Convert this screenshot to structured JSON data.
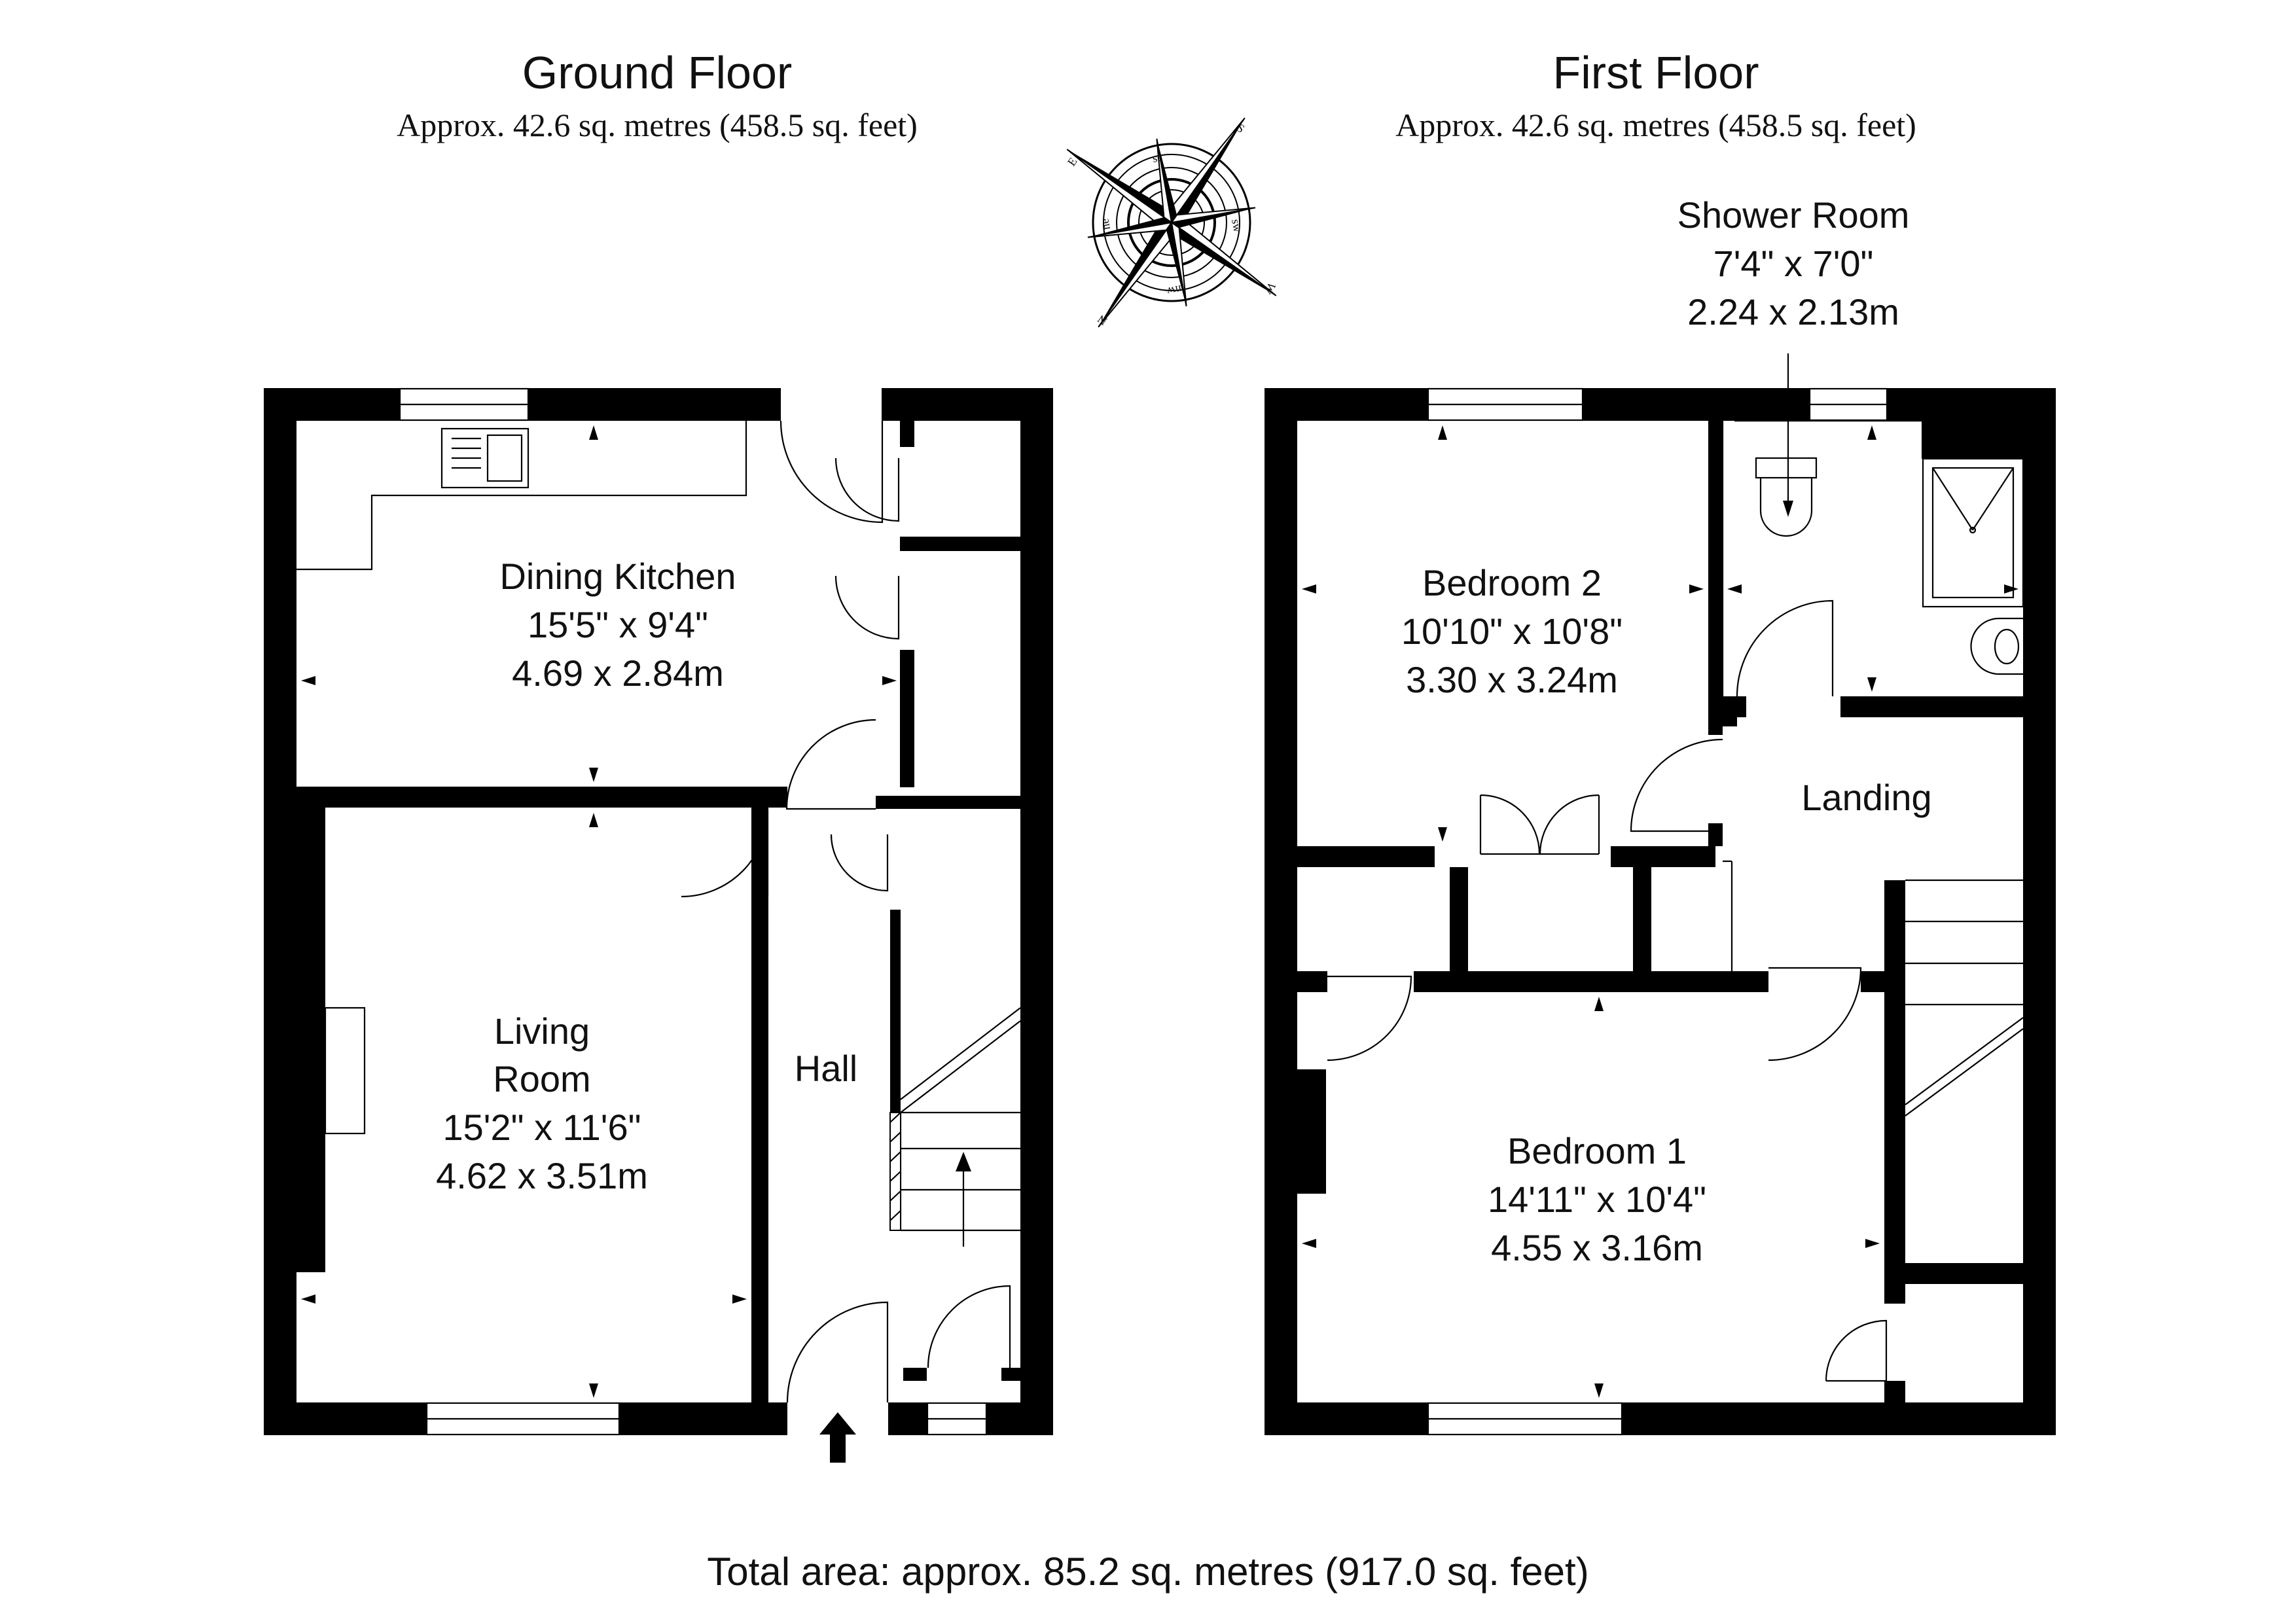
{
  "ground_floor": {
    "title": "Ground Floor",
    "area": "Approx. 42.6 sq. metres (458.5 sq. feet)",
    "rooms": [
      {
        "name": "Dining Kitchen",
        "imperial": "15'5\" x 9'4\"",
        "metric": "4.69 x 2.84m"
      },
      {
        "name_line1": "Living",
        "name_line2": "Room",
        "imperial": "15'2\" x 11'6\"",
        "metric": "4.62 x 3.51m"
      },
      {
        "name": "Hall"
      }
    ]
  },
  "first_floor": {
    "title": "First Floor",
    "area": "Approx. 42.6 sq. metres (458.5 sq. feet)",
    "rooms": [
      {
        "name": "Shower Room",
        "imperial": "7'4\" x 7'0\"",
        "metric": "2.24 x 2.13m"
      },
      {
        "name": "Bedroom 2",
        "imperial": "10'10\" x 10'8\"",
        "metric": "3.30 x 3.24m"
      },
      {
        "name": "Landing"
      },
      {
        "name": "Bedroom 1",
        "imperial": "14'11\" x 10'4\"",
        "metric": "4.55 x 3.16m"
      }
    ]
  },
  "compass": {
    "points": [
      "S",
      "E",
      "W",
      "N"
    ],
    "inner_points": [
      "se",
      "sw",
      "ne",
      "nw"
    ]
  },
  "total_area": "Total area: approx. 85.2 sq. metres (917.0 sq. feet)",
  "icons": [
    "compass-rose-icon",
    "entrance-arrow-icon",
    "sink-icon",
    "toilet-icon",
    "shower-tray-icon",
    "basin-icon",
    "fireplace-icon"
  ]
}
